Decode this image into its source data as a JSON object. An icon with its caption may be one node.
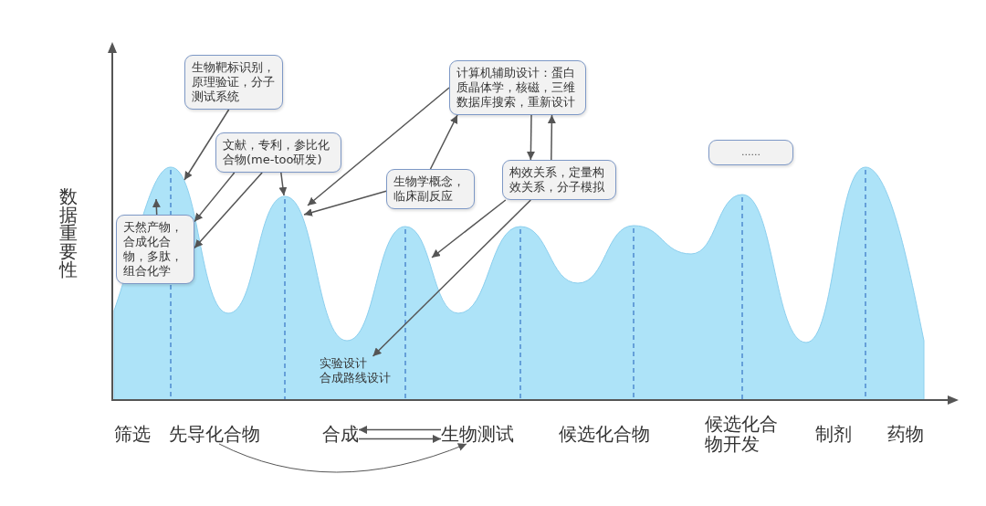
{
  "diagram": {
    "nodes": [
      {
        "text": [
          "生物靶标识别，原理验证，分子测试系统"
        ]
      },
      {
        "text": [
          "计算机辅助设计：蛋白质晶体学，核磁，三维数据库搜索，重新设计"
        ]
      },
      {
        "text": [
          "文献，专利，参比化合物(me-too研发)"
        ]
      },
      {
        "text": [
          "......"
        ]
      },
      {
        "text": [
          "构效关系，定量构效关系，分子模拟"
        ]
      },
      {
        "text": [
          "生物学概念，临床副反应"
        ]
      },
      {
        "text": [
          "天然产物，合成化合物，多肽，组合化学"
        ]
      },
      {
        "text": [
          "实验设计",
          "合成路线设计"
        ]
      },
      {
        "text": [
          "先导化合物"
        ]
      },
      {
        "text": [
          "合成"
        ]
      },
      {
        "text": [
          "生物测试"
        ]
      }
    ],
    "edges": [
      {
        "from": 0,
        "to": null,
        "arrow": "to"
      },
      {
        "from": 2,
        "to": 6,
        "arrow": "to"
      },
      {
        "from": 2,
        "to": 6,
        "arrow": "to"
      },
      {
        "from": 2,
        "to": null,
        "arrow": "to"
      },
      {
        "from": 6,
        "to": null,
        "arrow": "to"
      },
      {
        "from": 1,
        "to": null,
        "arrow": "to"
      },
      {
        "from": 1,
        "to": 4,
        "arrow": "to"
      },
      {
        "from": 4,
        "to": 1,
        "arrow": "to"
      },
      {
        "from": 5,
        "to": null,
        "arrow": "to"
      },
      {
        "from": 5,
        "to": 1,
        "arrow": "to"
      },
      {
        "from": 4,
        "to": null,
        "arrow": "to"
      },
      {
        "from": 4,
        "to": 7,
        "arrow": "to"
      },
      {
        "from": 10,
        "to": 9,
        "arrow": "to"
      },
      {
        "from": 9,
        "to": 10,
        "arrow": "to"
      },
      {
        "from": 8,
        "to": 10,
        "arrow": "to"
      }
    ],
    "labels": [
      "数据重要性",
      "筛选",
      "候选化合物",
      "候选化合物开发",
      "制剂",
      "药物"
    ]
  }
}
